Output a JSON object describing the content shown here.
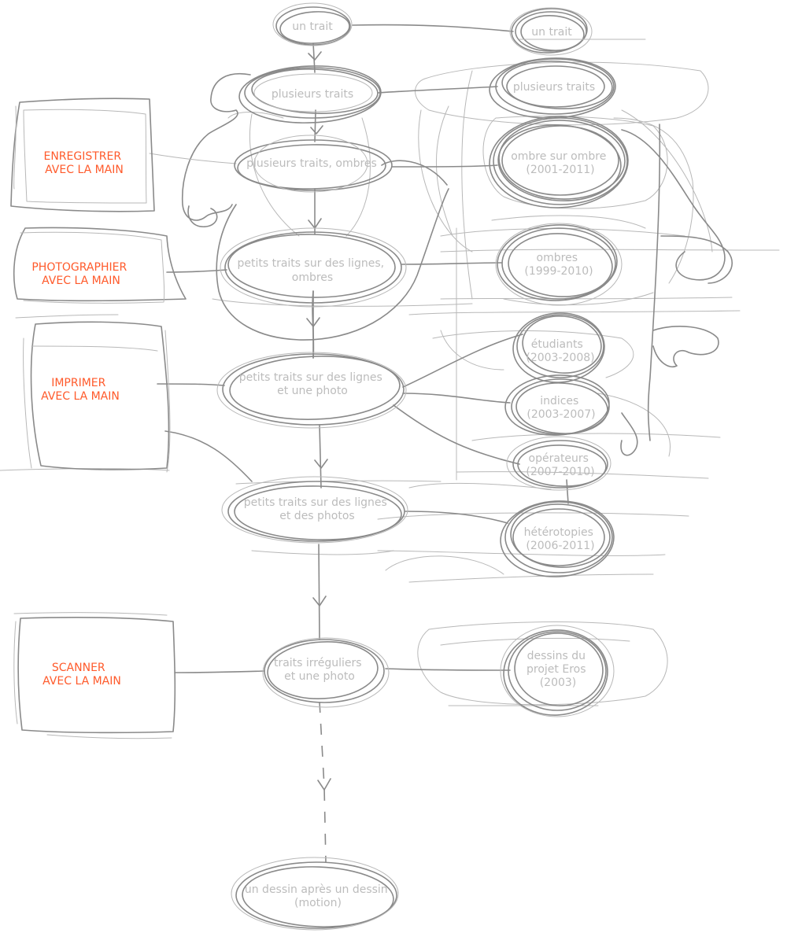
{
  "colors": {
    "accent": "#ff5a2b",
    "node_text": "#bcbcbc",
    "stroke": "#8a8a8a"
  },
  "boxes": [
    {
      "id": "enregistrer",
      "lines": [
        "ENREGISTRER",
        "AVEC LA MAIN"
      ]
    },
    {
      "id": "photographier",
      "lines": [
        "PHOTOGRAPHIER",
        "AVEC LA MAIN"
      ]
    },
    {
      "id": "imprimer",
      "lines": [
        "IMPRIMER",
        "AVEC LA MAIN"
      ]
    },
    {
      "id": "scanner",
      "lines": [
        "SCANNER",
        "AVEC LA MAIN"
      ]
    }
  ],
  "center_nodes": [
    {
      "id": "un-trait",
      "lines": [
        "un trait"
      ]
    },
    {
      "id": "plusieurs-traits",
      "lines": [
        "plusieurs traits"
      ]
    },
    {
      "id": "plusieurs-traits-ombres",
      "lines": [
        "plusieurs traits, ombres"
      ]
    },
    {
      "id": "petits-traits-ombres",
      "lines": [
        "petits traits sur des lignes,",
        "ombres"
      ]
    },
    {
      "id": "petits-traits-photo",
      "lines": [
        "petits traits sur des lignes",
        "et une photo"
      ]
    },
    {
      "id": "petits-traits-photos",
      "lines": [
        "petits traits sur des lignes",
        "et des photos"
      ]
    },
    {
      "id": "traits-irreguliers",
      "lines": [
        "traits irréguliers",
        "et une photo"
      ]
    },
    {
      "id": "dessin-apres-dessin",
      "lines": [
        "un dessin après un dessin",
        "(motion)"
      ]
    }
  ],
  "right_nodes": [
    {
      "id": "r-un-trait",
      "lines": [
        "un trait"
      ]
    },
    {
      "id": "r-plusieurs-traits",
      "lines": [
        "plusieurs traits"
      ]
    },
    {
      "id": "ombre-sur-ombre",
      "lines": [
        "ombre sur ombre",
        "(2001-2011)"
      ]
    },
    {
      "id": "ombres",
      "lines": [
        "ombres",
        "(1999-2010)"
      ]
    },
    {
      "id": "etudiants",
      "lines": [
        "étudiants",
        "(2003-2008)"
      ]
    },
    {
      "id": "indices",
      "lines": [
        "indices",
        "(2003-2007)"
      ]
    },
    {
      "id": "operateurs",
      "lines": [
        "opérateurs",
        "(2007-2010)"
      ]
    },
    {
      "id": "heterotopies",
      "lines": [
        "hétérotopies",
        "(2006-2011)"
      ]
    },
    {
      "id": "dessins-eros",
      "lines": [
        "dessins du",
        "projet Eros",
        "(2003)"
      ]
    }
  ]
}
